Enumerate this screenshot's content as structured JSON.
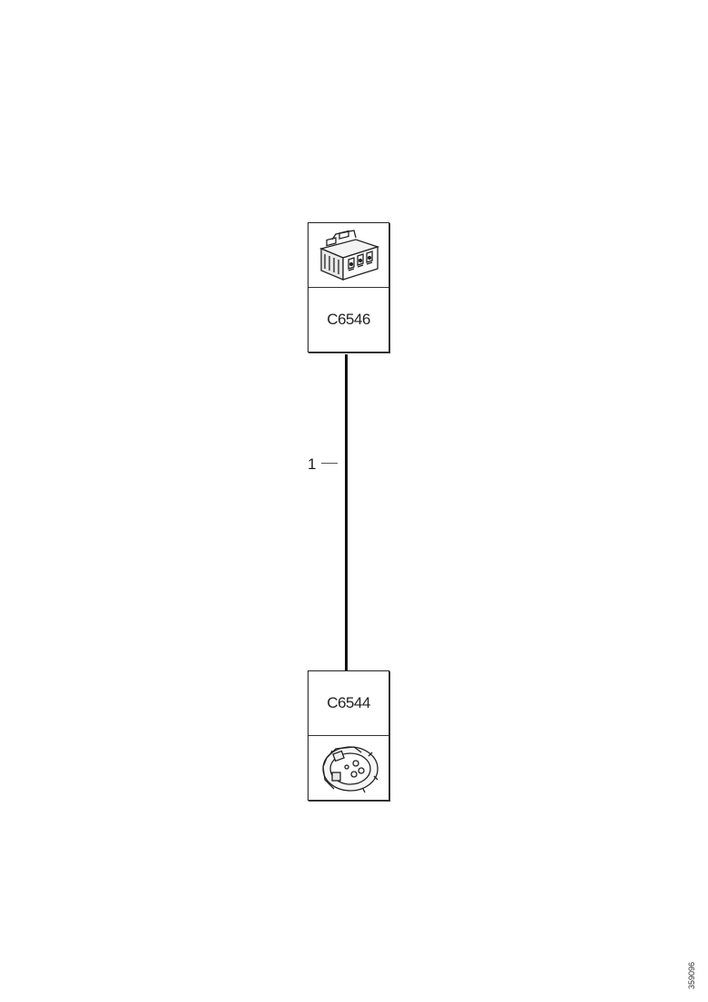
{
  "connectors": {
    "top": {
      "id": "C6546",
      "icon": "rectangular-multi-pin-connector-icon"
    },
    "bottom": {
      "id": "C6544",
      "icon": "round-connector-icon"
    }
  },
  "wire": {
    "number": "1"
  },
  "document": {
    "id": "359096"
  }
}
